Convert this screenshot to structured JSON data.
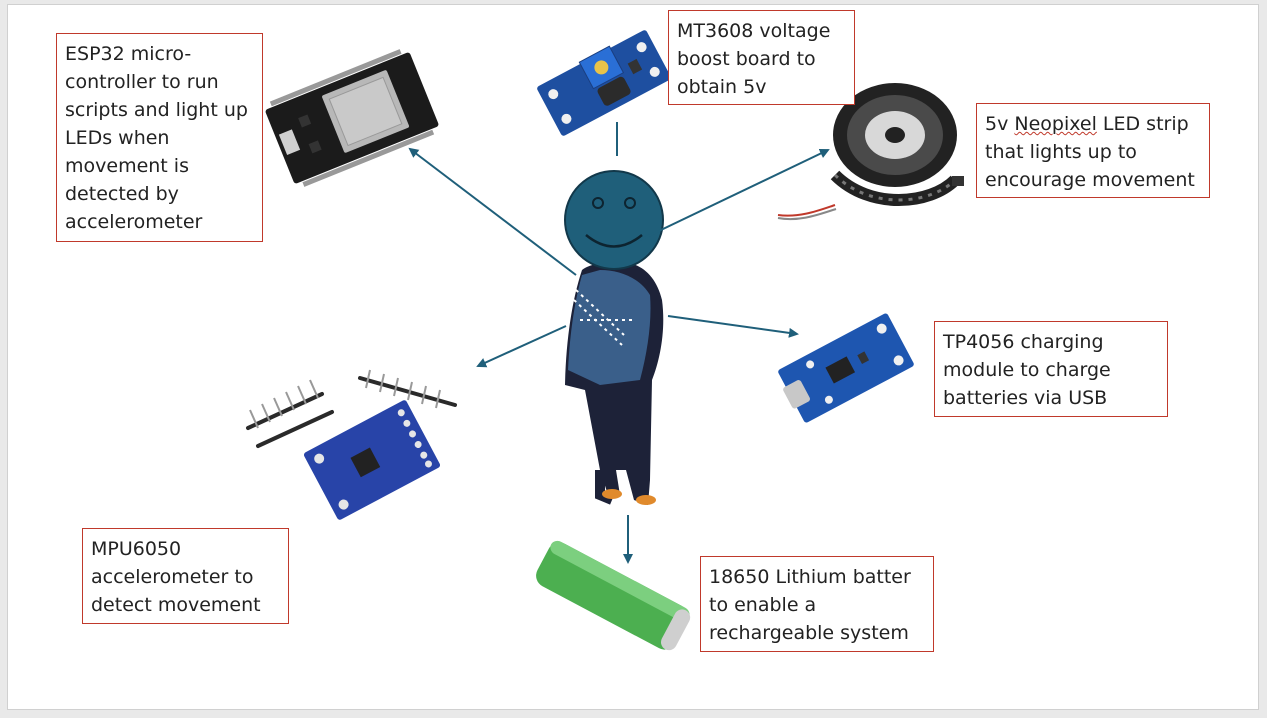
{
  "labels": {
    "esp32": "ESP32 micro-\ncontroller to run\nscripts and light up\nLEDs when\nmovement is\ndetected by\naccelerometer",
    "mt3608": "MT3608 voltage\nboost board to\nobtain 5v",
    "neopixel_prefix": "5v ",
    "neopixel_word": "Neopixel",
    "neopixel_suffix": " LED strip\nthat lights up to\nencourage movement",
    "tp4056": "TP4056 charging\nmodule to charge\nbatteries via USB",
    "mpu6050": "MPU6050\naccelerometer to\ndetect movement",
    "battery": "18650 Lithium batter\nto enable a\nrechargeable system"
  },
  "colors": {
    "arrow": "#1f5f7a",
    "label_border": "#c0392b",
    "face": "#1f5f7a"
  },
  "icons": [
    "esp32-board-image",
    "boost-board-image",
    "led-strip-image",
    "charging-module-image",
    "accelerometer-image",
    "battery-image",
    "person-figure",
    "smiley-face"
  ]
}
